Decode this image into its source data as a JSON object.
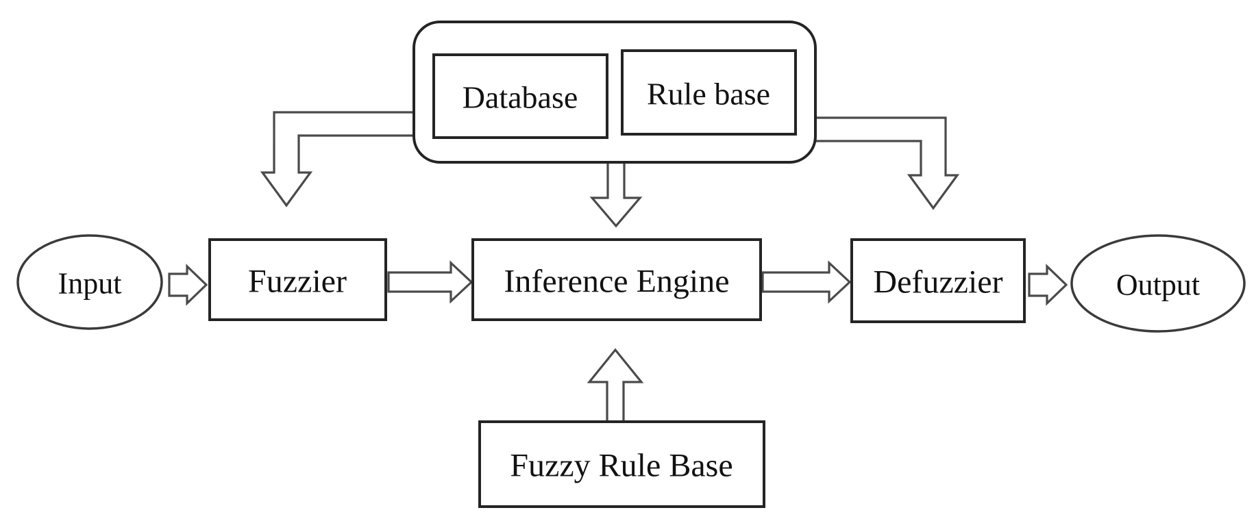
{
  "diagram": {
    "description": "Fuzzy logic system block diagram",
    "nodes": {
      "database": {
        "label": "Database",
        "shape": "rectangle"
      },
      "rule_base": {
        "label": "Rule base",
        "shape": "rectangle"
      },
      "input": {
        "label": "Input",
        "shape": "ellipse"
      },
      "fuzzier": {
        "label": "Fuzzier",
        "shape": "rectangle"
      },
      "inference_engine": {
        "label": "Inference Engine",
        "shape": "rectangle"
      },
      "defuzzier": {
        "label": "Defuzzier",
        "shape": "rectangle"
      },
      "output": {
        "label": "Output",
        "shape": "ellipse"
      },
      "fuzzy_rule_base": {
        "label": "Fuzzy Rule Base",
        "shape": "rectangle"
      }
    },
    "edges": [
      {
        "from": "knowledge_base_container",
        "to": "fuzzier",
        "style": "hollow-block-arrow",
        "direction": "down-left-bend"
      },
      {
        "from": "knowledge_base_container",
        "to": "inference_engine",
        "style": "hollow-block-arrow",
        "direction": "down"
      },
      {
        "from": "knowledge_base_container",
        "to": "defuzzier",
        "style": "hollow-block-arrow",
        "direction": "down-right-bend"
      },
      {
        "from": "input",
        "to": "fuzzier",
        "style": "hollow-block-arrow",
        "direction": "right"
      },
      {
        "from": "fuzzier",
        "to": "inference_engine",
        "style": "hollow-block-arrow",
        "direction": "right"
      },
      {
        "from": "inference_engine",
        "to": "defuzzier",
        "style": "hollow-block-arrow",
        "direction": "right"
      },
      {
        "from": "defuzzier",
        "to": "output",
        "style": "hollow-block-arrow",
        "direction": "right"
      },
      {
        "from": "fuzzy_rule_base",
        "to": "inference_engine",
        "style": "hollow-block-arrow",
        "direction": "up"
      }
    ],
    "colors": {
      "background": "#ffffff",
      "shape_fill": "#ffffff",
      "box_stroke": "#242424",
      "ellipse_stroke": "#3a3a3a",
      "arrow_stroke": "#4a4a4a",
      "text": "#111111"
    }
  }
}
